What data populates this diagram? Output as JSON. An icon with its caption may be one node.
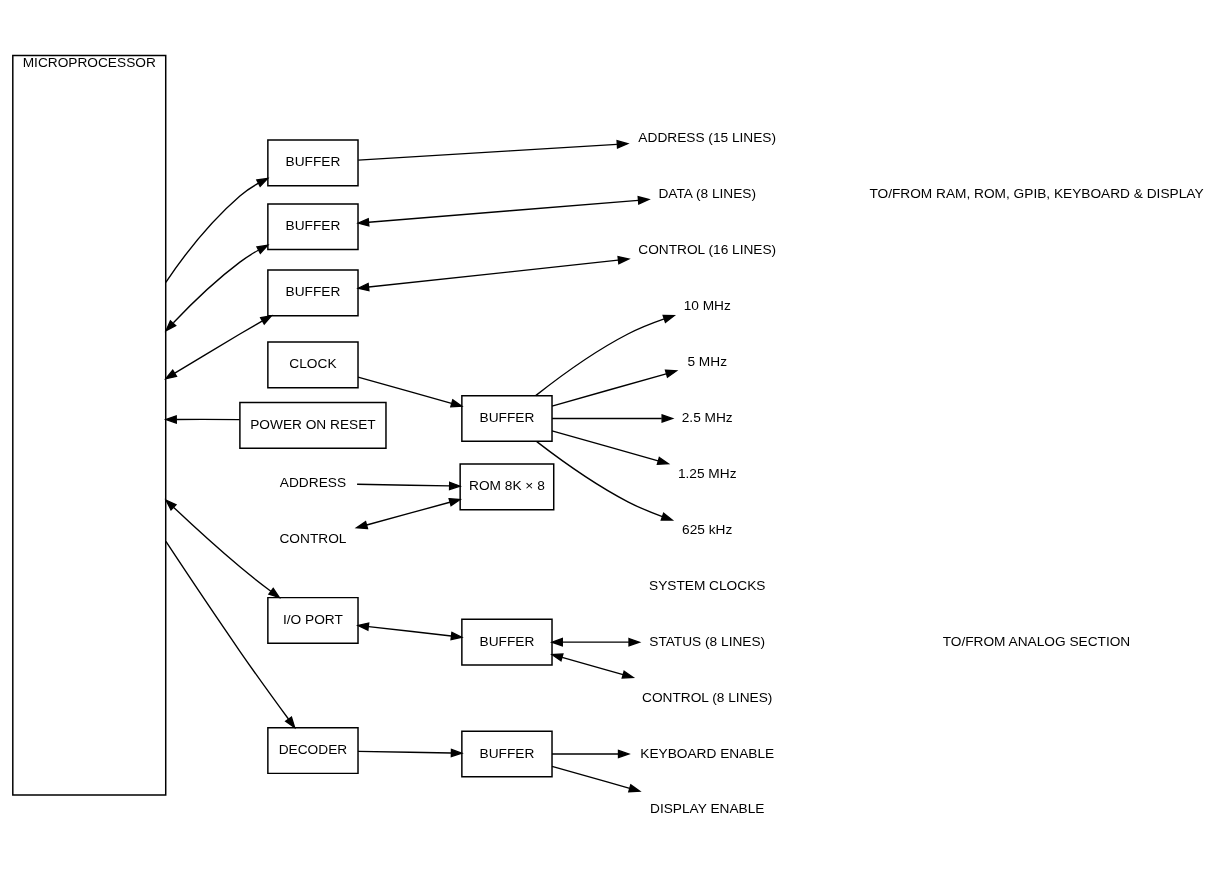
{
  "diagram": {
    "nodes": [
      {
        "text": [
          "MICROPROCESSOR"
        ]
      },
      {
        "text": [
          "BUFFER"
        ]
      },
      {
        "text": [
          "ADDRESS (15 LINES)"
        ]
      },
      {
        "text": [
          "BUFFER"
        ]
      },
      {
        "text": [
          "DATA (8 LINES)"
        ]
      },
      {
        "text": [
          "BUFFER"
        ]
      },
      {
        "text": [
          "CONTROL (16 LINES)"
        ]
      },
      {
        "text": [
          "CLOCK"
        ]
      },
      {
        "text": [
          "BUFFER"
        ]
      },
      {
        "text": [
          "10 MHz"
        ]
      },
      {
        "text": [
          "5 MHz"
        ]
      },
      {
        "text": [
          "2.5 MHz"
        ]
      },
      {
        "text": [
          "1.25 MHz"
        ]
      },
      {
        "text": [
          "625 kHz"
        ]
      },
      {
        "text": [
          "POWER ON RESET"
        ]
      },
      {
        "text": [
          "ADDRESS"
        ]
      },
      {
        "text": [
          "ROM 8K × 8"
        ]
      },
      {
        "text": [
          "CONTROL"
        ]
      },
      {
        "text": [
          "I/O PORT"
        ]
      },
      {
        "text": [
          "BUFFER"
        ]
      },
      {
        "text": [
          "STATUS (8 LINES)"
        ]
      },
      {
        "text": [
          "CONTROL (8 LINES)"
        ]
      },
      {
        "text": [
          "DECODER"
        ]
      },
      {
        "text": [
          "BUFFER"
        ]
      },
      {
        "text": [
          "KEYBOARD ENABLE"
        ]
      },
      {
        "text": [
          "DISPLAY ENABLE"
        ]
      }
    ],
    "edges": [
      {
        "from": 0,
        "to": 1,
        "arrow": "to"
      },
      {
        "from": 1,
        "to": 2,
        "arrow": "to"
      },
      {
        "from": 0,
        "to": 3,
        "arrow": "both"
      },
      {
        "from": 3,
        "to": 4,
        "arrow": "both"
      },
      {
        "from": 0,
        "to": 5,
        "arrow": "both"
      },
      {
        "from": 5,
        "to": 6,
        "arrow": "both"
      },
      {
        "from": 7,
        "to": 8,
        "arrow": "to"
      },
      {
        "from": 8,
        "to": 9,
        "arrow": "to"
      },
      {
        "from": 8,
        "to": 10,
        "arrow": "to"
      },
      {
        "from": 8,
        "to": 11,
        "arrow": "to"
      },
      {
        "from": 8,
        "to": 12,
        "arrow": "to"
      },
      {
        "from": 8,
        "to": 13,
        "arrow": "to"
      },
      {
        "from": 14,
        "to": 0,
        "arrow": "to"
      },
      {
        "from": 15,
        "to": 16,
        "arrow": "to"
      },
      {
        "from": 17,
        "to": 16,
        "arrow": "both"
      },
      {
        "from": 0,
        "to": 18,
        "arrow": "both"
      },
      {
        "from": 18,
        "to": 19,
        "arrow": "both"
      },
      {
        "from": 19,
        "to": 20,
        "arrow": "both"
      },
      {
        "from": 19,
        "to": 21,
        "arrow": "both"
      },
      {
        "from": 0,
        "to": 22,
        "arrow": "to"
      },
      {
        "from": 22,
        "to": 23,
        "arrow": "to"
      },
      {
        "from": 23,
        "to": 24,
        "arrow": "to"
      },
      {
        "from": 23,
        "to": 25,
        "arrow": "to"
      }
    ],
    "labels": [
      "SYSTEM CLOCKS",
      "TO/FROM RAM, ROM, GPIB, KEYBOARD & DISPLAY",
      "TO/FROM ANALOG SECTION"
    ]
  }
}
